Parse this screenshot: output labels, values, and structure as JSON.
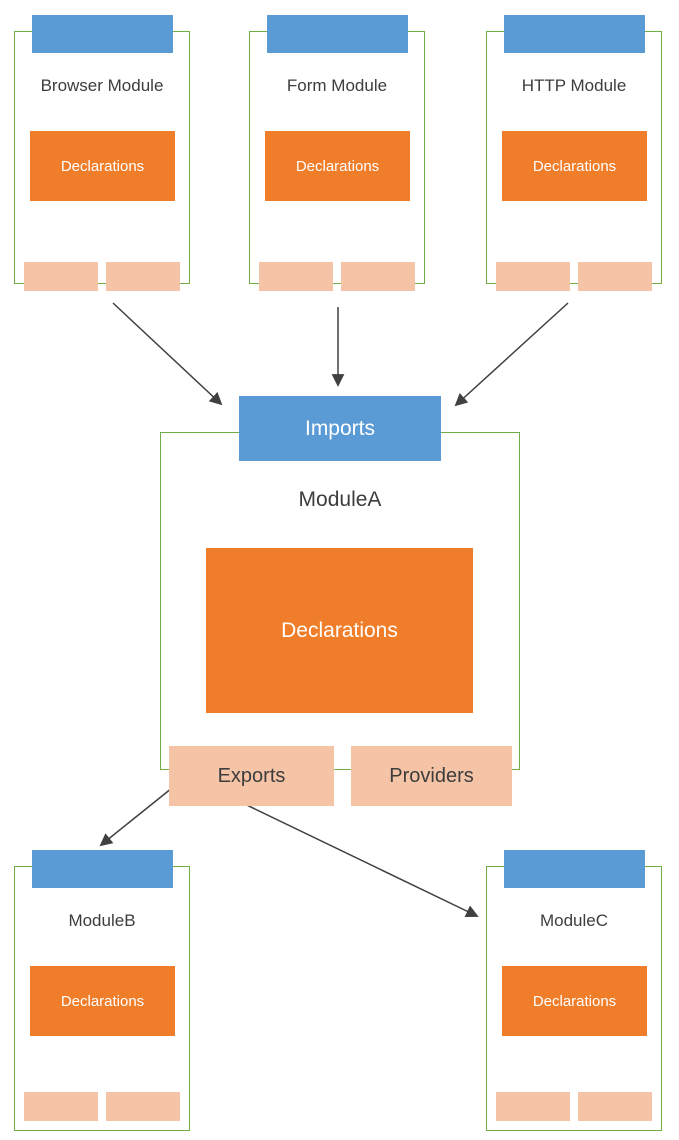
{
  "top_modules": [
    {
      "title": "Browser Module",
      "declarations": "Declarations"
    },
    {
      "title": "Form Module",
      "declarations": "Declarations"
    },
    {
      "title": "HTTP Module",
      "declarations": "Declarations"
    }
  ],
  "module_a": {
    "imports": "Imports",
    "title": "ModuleA",
    "declarations": "Declarations",
    "exports": "Exports",
    "providers": "Providers"
  },
  "bottom_modules": [
    {
      "title": "ModuleB",
      "declarations": "Declarations"
    },
    {
      "title": "ModuleC",
      "declarations": "Declarations"
    }
  ],
  "colors": {
    "blue": "#5b9bd5",
    "orange": "#f07d29",
    "salmon": "#f5c3a5",
    "green_border": "#70ad47",
    "text_dark": "#3d3d3d",
    "text_light": "#ffffff",
    "arrow": "#404040"
  }
}
